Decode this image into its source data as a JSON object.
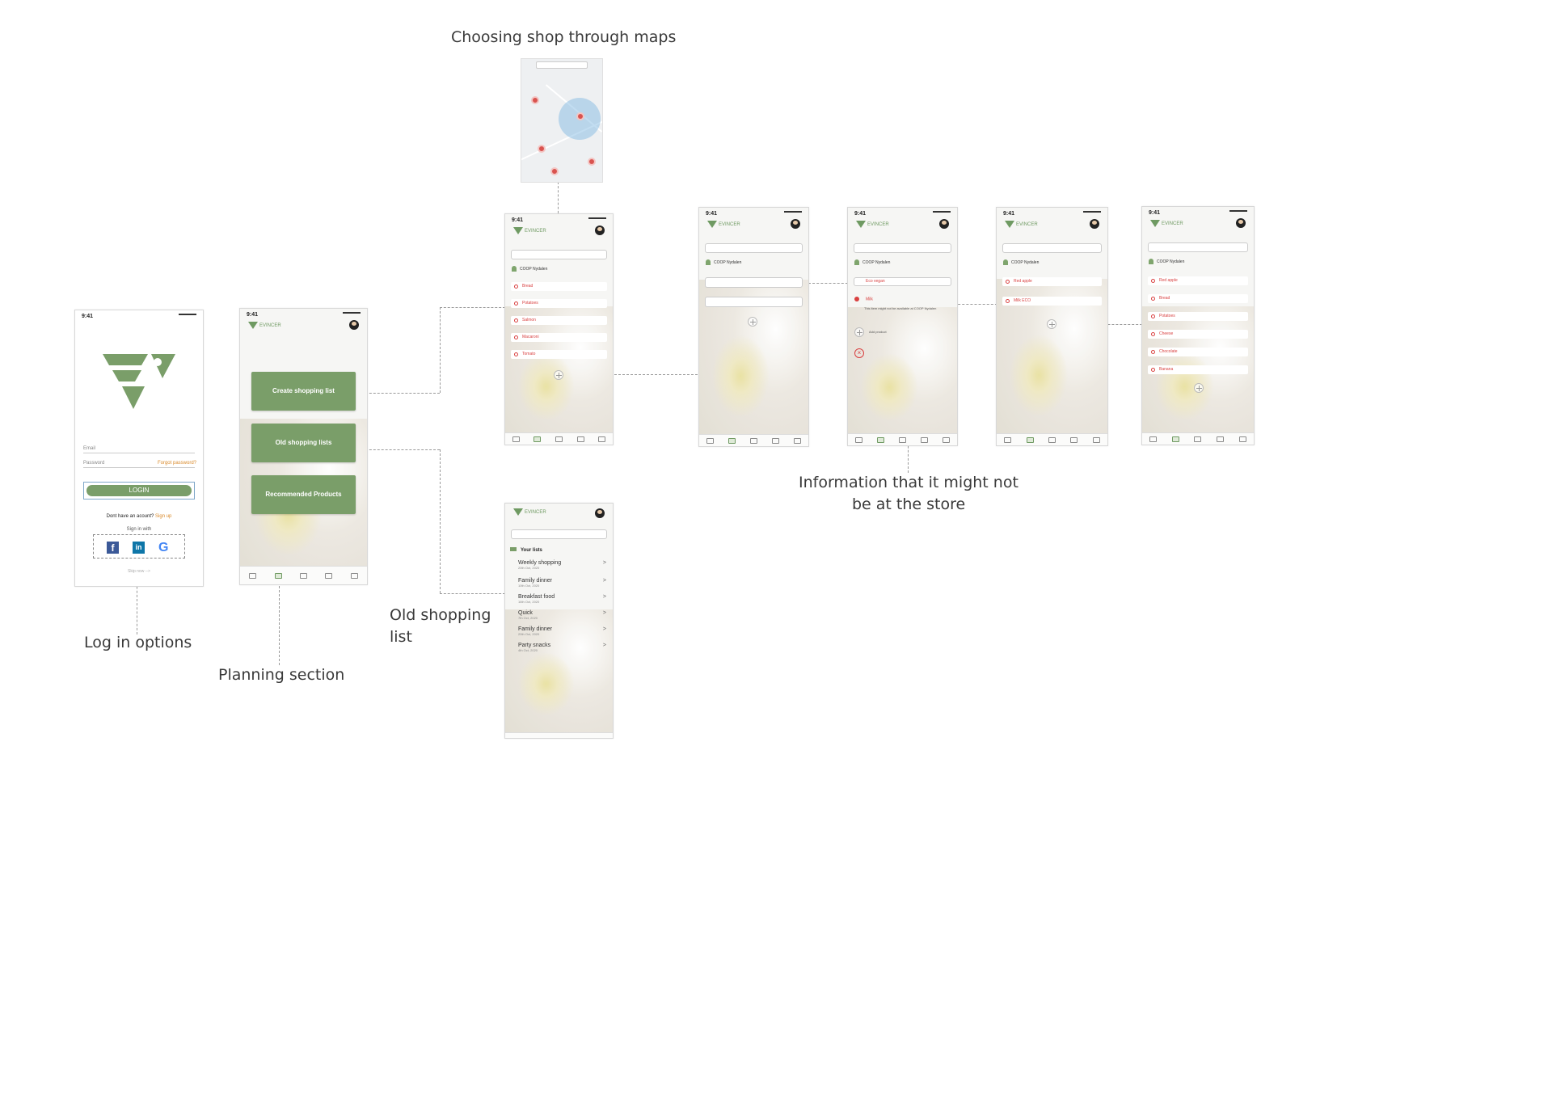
{
  "captions": {
    "maps": "Choosing shop through maps",
    "info_line1": "Information that it might not",
    "info_line2": "be at the store",
    "login": "Log in options",
    "planning": "Planning section",
    "old_line1": "Old  shopping",
    "old_line2": "list"
  },
  "login_screen": {
    "time": "9:41",
    "email_label": "Email",
    "password_label": "Password",
    "forgot": "Forgot password?",
    "login_button": "LOGIN",
    "no_account": "Dont have an acount?",
    "signup": "Sign up",
    "sign_in_with": "Sign in with",
    "skip": "Skip now -->",
    "social_icons": [
      "facebook-icon",
      "linkedin-icon",
      "google-icon"
    ]
  },
  "planning_screen": {
    "time": "9:41",
    "brand": "EVINCER",
    "buttons": [
      "Create shopping list",
      "Old shopping lists",
      "Recommended Products"
    ]
  },
  "create_list_screen": {
    "time": "9:41",
    "brand": "EVINCER",
    "store": "COOP Nydalen",
    "items": [
      "Bread",
      "Potatoes",
      "Salmon",
      "Macaroni",
      "Tomato"
    ]
  },
  "search_screen": {
    "time": "9:41",
    "brand": "EVINCER",
    "store": "COOP Nydalen"
  },
  "warning_screen": {
    "time": "9:41",
    "brand": "EVINCER",
    "store": "COOP Nydalen",
    "first_row": "Eco vegan",
    "selected": "Milk",
    "add_product": "Add product",
    "note": "This item might not be available at COOP Nydalen"
  },
  "selected_screen": {
    "time": "9:41",
    "brand": "EVINCER",
    "store": "COOP Nydalen",
    "rows": [
      "Red apple",
      "Milk ECO"
    ]
  },
  "final_list_screen": {
    "time": "9:41",
    "brand": "EVINCER",
    "store": "COOP Nydalen",
    "items": [
      "Red apple",
      "Bread",
      "Potatoes",
      "Cheese",
      "Chocolate",
      "Banana"
    ]
  },
  "old_lists_screen": {
    "brand": "EVINCER",
    "header": "Your lists",
    "lists": [
      {
        "name": "Weekly shopping",
        "date": "20th Oct, 2020"
      },
      {
        "name": "Family dinner",
        "date": "10th Oct, 2020"
      },
      {
        "name": "Breakfast food",
        "date": "16th Oct, 2020"
      },
      {
        "name": "Quick",
        "date": "7th Oct, 2020"
      },
      {
        "name": "Family dinner",
        "date": "20th Oct, 2020"
      },
      {
        "name": "Party snacks",
        "date": "4th Oct, 2020"
      }
    ]
  },
  "colors": {
    "brand_green": "#6f9a62",
    "alert_red": "#d94040",
    "caption_gray": "#3a3a3a"
  }
}
